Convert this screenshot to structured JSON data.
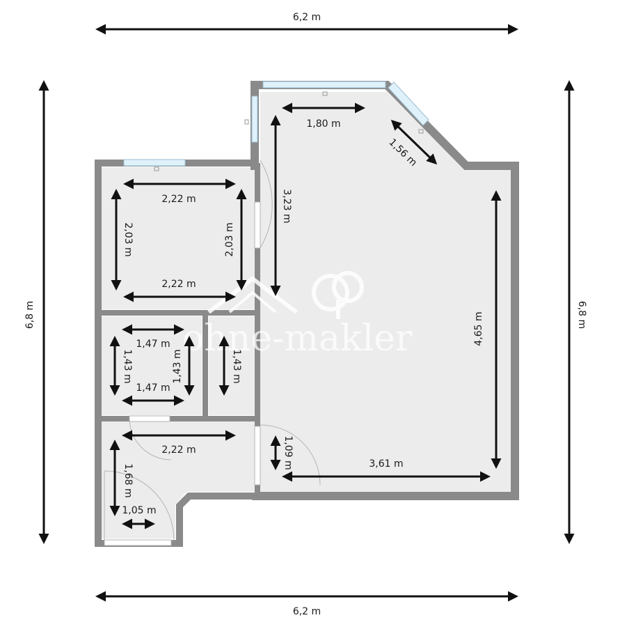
{
  "watermark": {
    "text": "ohne-makler"
  },
  "overall": {
    "top": "6,2 m",
    "bottom": "6,2 m",
    "left": "6,8 m",
    "right": "6,8 m"
  },
  "rooms": {
    "main_room": {
      "width_top": "1,80 m",
      "diagonal": "1,56 m",
      "height_left": "3,23 m",
      "height_right": "4,65 m",
      "width_bottom": "3,61 m",
      "door_gap": "1,09 m"
    },
    "bedroom": {
      "width_top": "2,22 m",
      "width_bottom": "2,22 m",
      "height_left": "2,03 m",
      "height_right": "2,03 m"
    },
    "bathroom": {
      "width_top": "1,47 m",
      "width_bottom": "1,47 m",
      "height_left": "1,43 m",
      "height_right": "1,43 m"
    },
    "closet": {
      "height": "1,43 m"
    },
    "hallway": {
      "width": "2,22 m",
      "height": "1,68 m",
      "entry_width": "1,05 m"
    }
  }
}
